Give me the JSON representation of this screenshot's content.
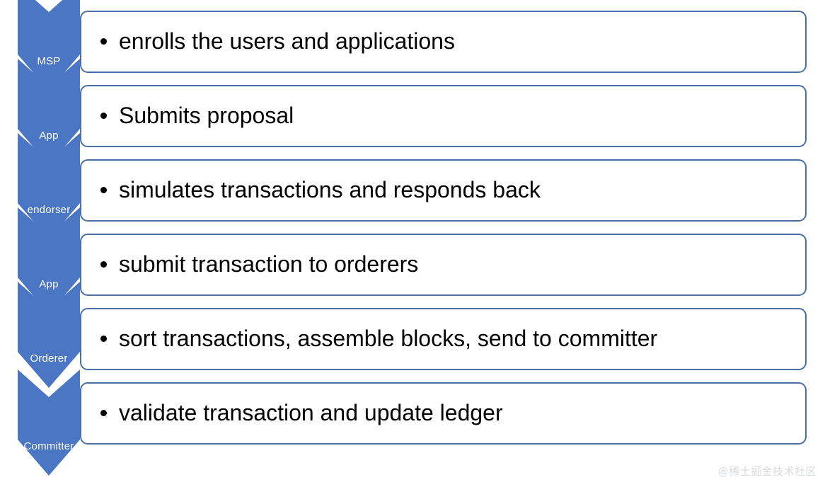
{
  "diagram": {
    "type": "vertical-chevron-process-list",
    "title": "",
    "colors": {
      "chevron_fill": "#4a76c4",
      "chevron_label": "#ffffff",
      "box_border": "#4a6fa5",
      "box_fill": "#ffffff",
      "text": "#000000",
      "watermark": "#d8dade"
    },
    "steps": [
      {
        "stage": "MSP",
        "description": "enrolls the users and applications"
      },
      {
        "stage": "App",
        "description": "Submits proposal"
      },
      {
        "stage": "endorser",
        "description": "simulates transactions and responds back"
      },
      {
        "stage": "App",
        "description": "submit transaction to orderers"
      },
      {
        "stage": "Orderer",
        "description": "sort transactions, assemble blocks, send to committer"
      },
      {
        "stage": "Committer",
        "description": "validate transaction and update ledger"
      }
    ]
  },
  "watermark": {
    "text": "@稀土掘金技术社区"
  }
}
